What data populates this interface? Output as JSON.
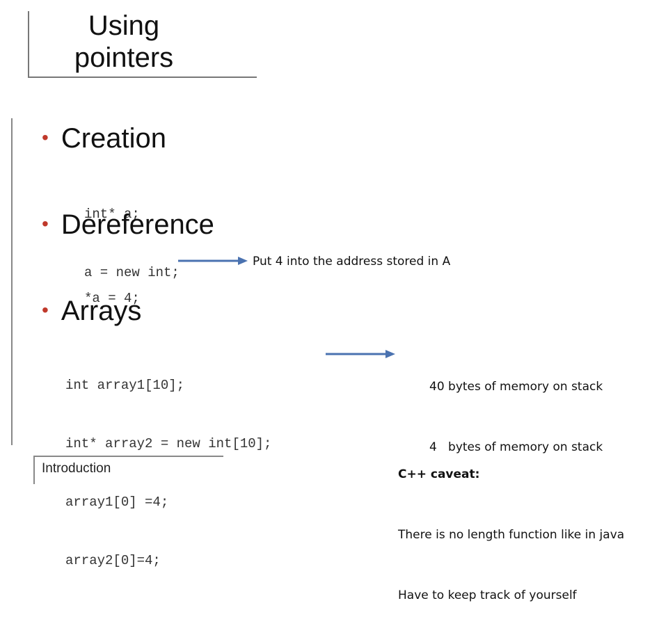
{
  "title": [
    "Using",
    "pointers"
  ],
  "footer": "Introduction",
  "sections": [
    {
      "heading": "Creation",
      "code": [
        "int* a;",
        "a = new int;"
      ]
    },
    {
      "heading": "Dereference",
      "code": [
        "*a = 4;"
      ],
      "note": "Put 4 into the address stored in A"
    },
    {
      "heading": "Arrays",
      "code": [
        "int array1[10];",
        "int* array2 = new int[10];",
        "array1[0] =4;",
        "array2[0]=4;"
      ],
      "notes": [
        "40 bytes of memory on stack",
        "4   bytes of memory on stack"
      ]
    }
  ],
  "caveat": {
    "heading": "C++ caveat:",
    "lines": [
      "There is no length function like in java",
      "Have to keep track of yourself"
    ]
  },
  "colors": {
    "bullet": "#c0392b",
    "arrow": "#4a72b0"
  }
}
